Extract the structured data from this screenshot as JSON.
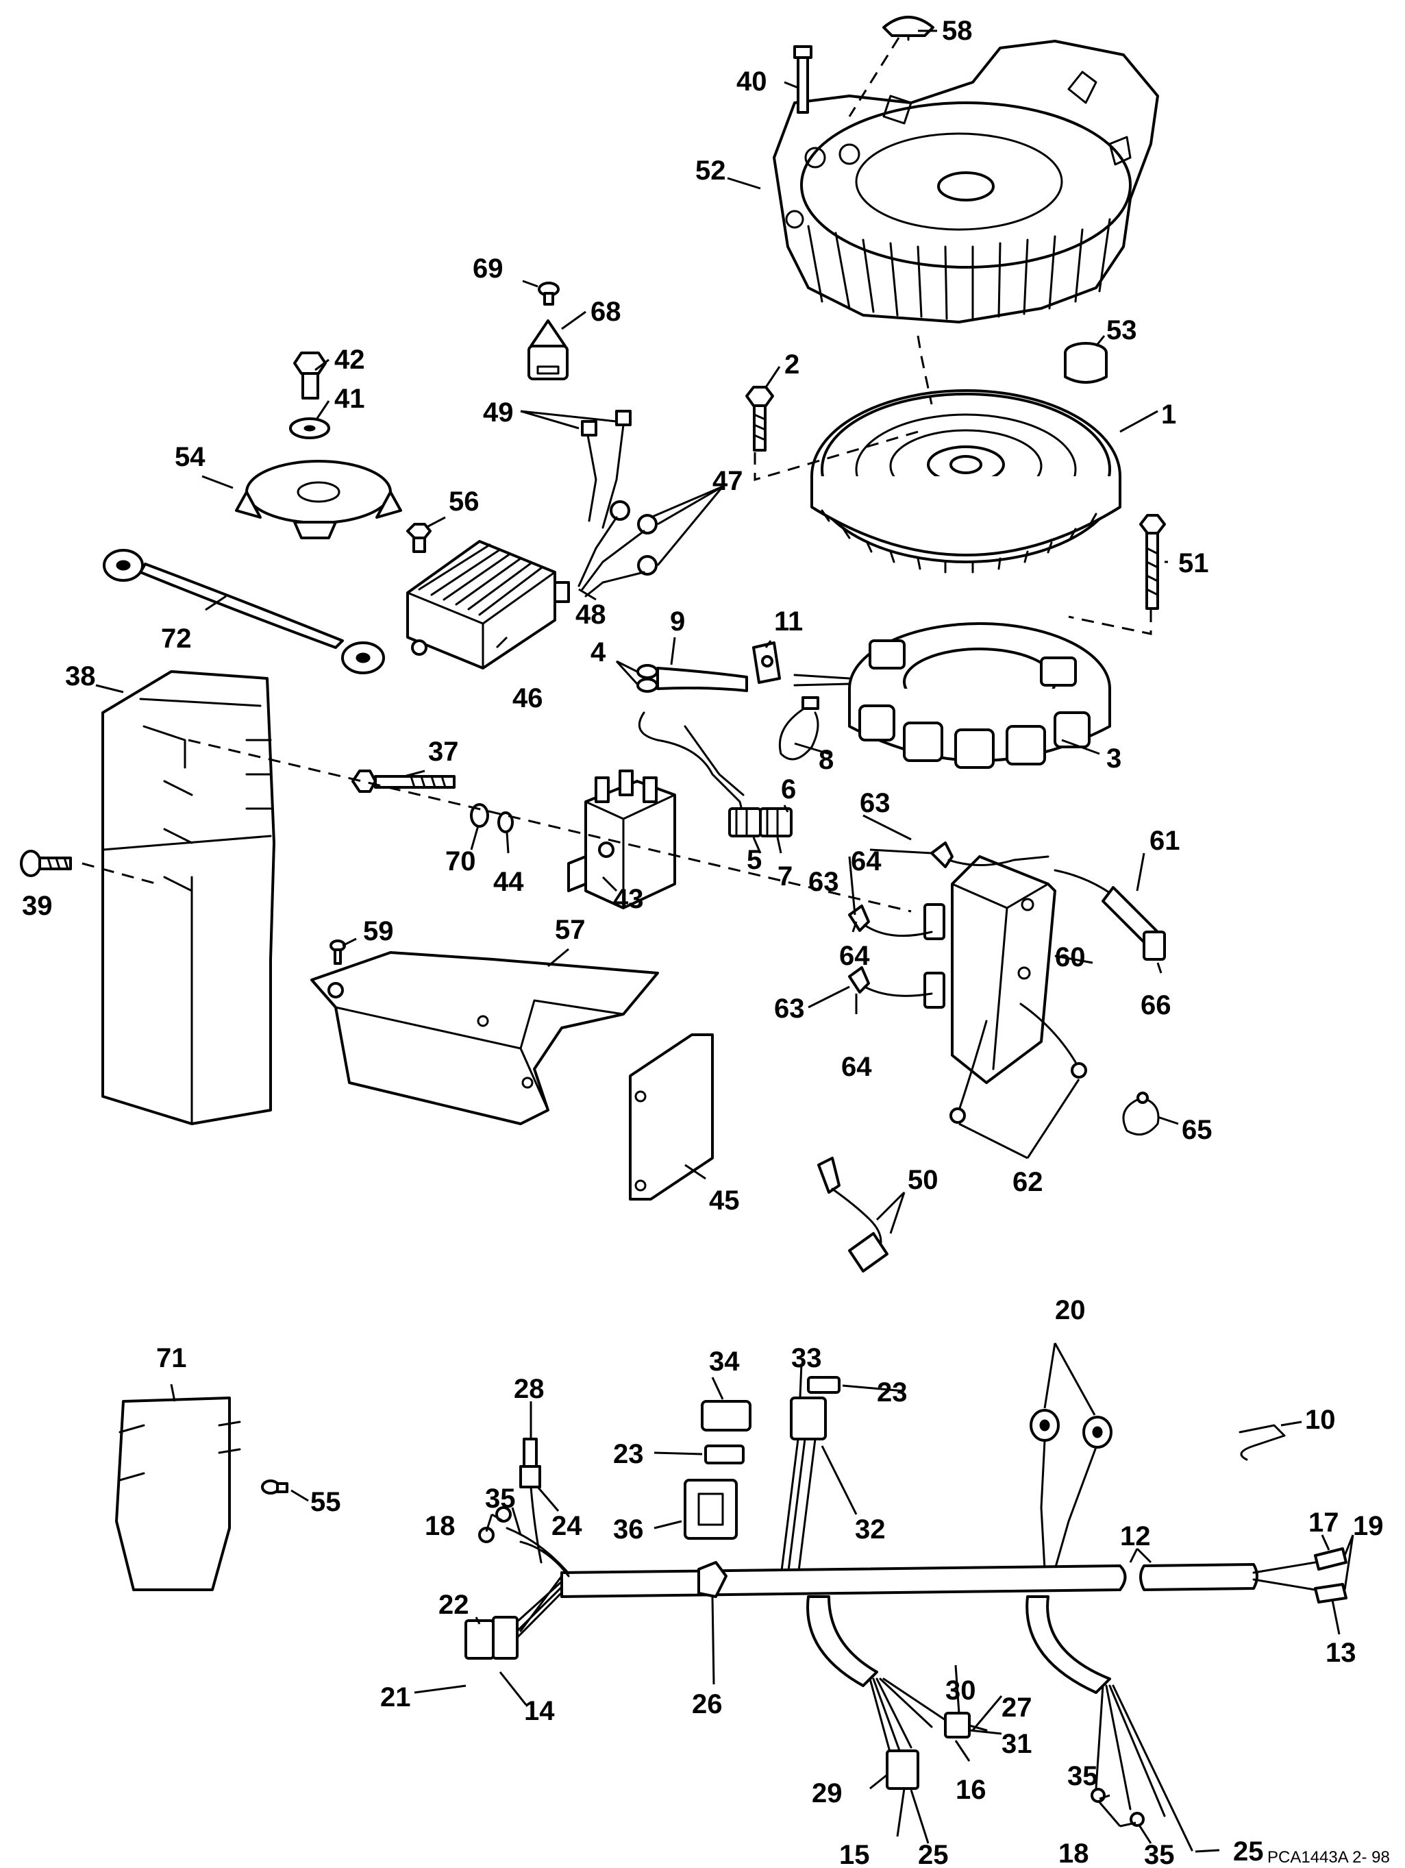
{
  "drawing_id": "PCA1443A  2- 98",
  "callouts": {
    "c1": "1",
    "c2": "2",
    "c3": "3",
    "c4": "4",
    "c5": "5",
    "c6": "6",
    "c7": "7",
    "c8": "8",
    "c9": "9",
    "c10": "10",
    "c11": "11",
    "c12": "12",
    "c13": "13",
    "c14": "14",
    "c15": "15",
    "c16": "16",
    "c17": "17",
    "c18": "18",
    "c19": "19",
    "c20": "20",
    "c21": "21",
    "c22": "22",
    "c23": "23",
    "c24": "24",
    "c25": "25",
    "c26": "26",
    "c27": "27",
    "c28": "28",
    "c29": "29",
    "c30": "30",
    "c31": "31",
    "c32": "32",
    "c33": "33",
    "c34": "34",
    "c35": "35",
    "c36": "36",
    "c37": "37",
    "c38": "38",
    "c39": "39",
    "c40": "40",
    "c41": "41",
    "c42": "42",
    "c43": "43",
    "c44": "44",
    "c45": "45",
    "c46": "46",
    "c47": "47",
    "c48": "48",
    "c49": "49",
    "c50": "50",
    "c51": "51",
    "c52": "52",
    "c53": "53",
    "c54": "54",
    "c55": "55",
    "c56": "56",
    "c57": "57",
    "c58": "58",
    "c59": "59",
    "c60": "60",
    "c61": "61",
    "c62": "62",
    "c63": "63",
    "c64": "64",
    "c65": "65",
    "c66": "66",
    "c68": "68",
    "c69": "69",
    "c70": "70",
    "c71": "71",
    "c72": "72"
  }
}
